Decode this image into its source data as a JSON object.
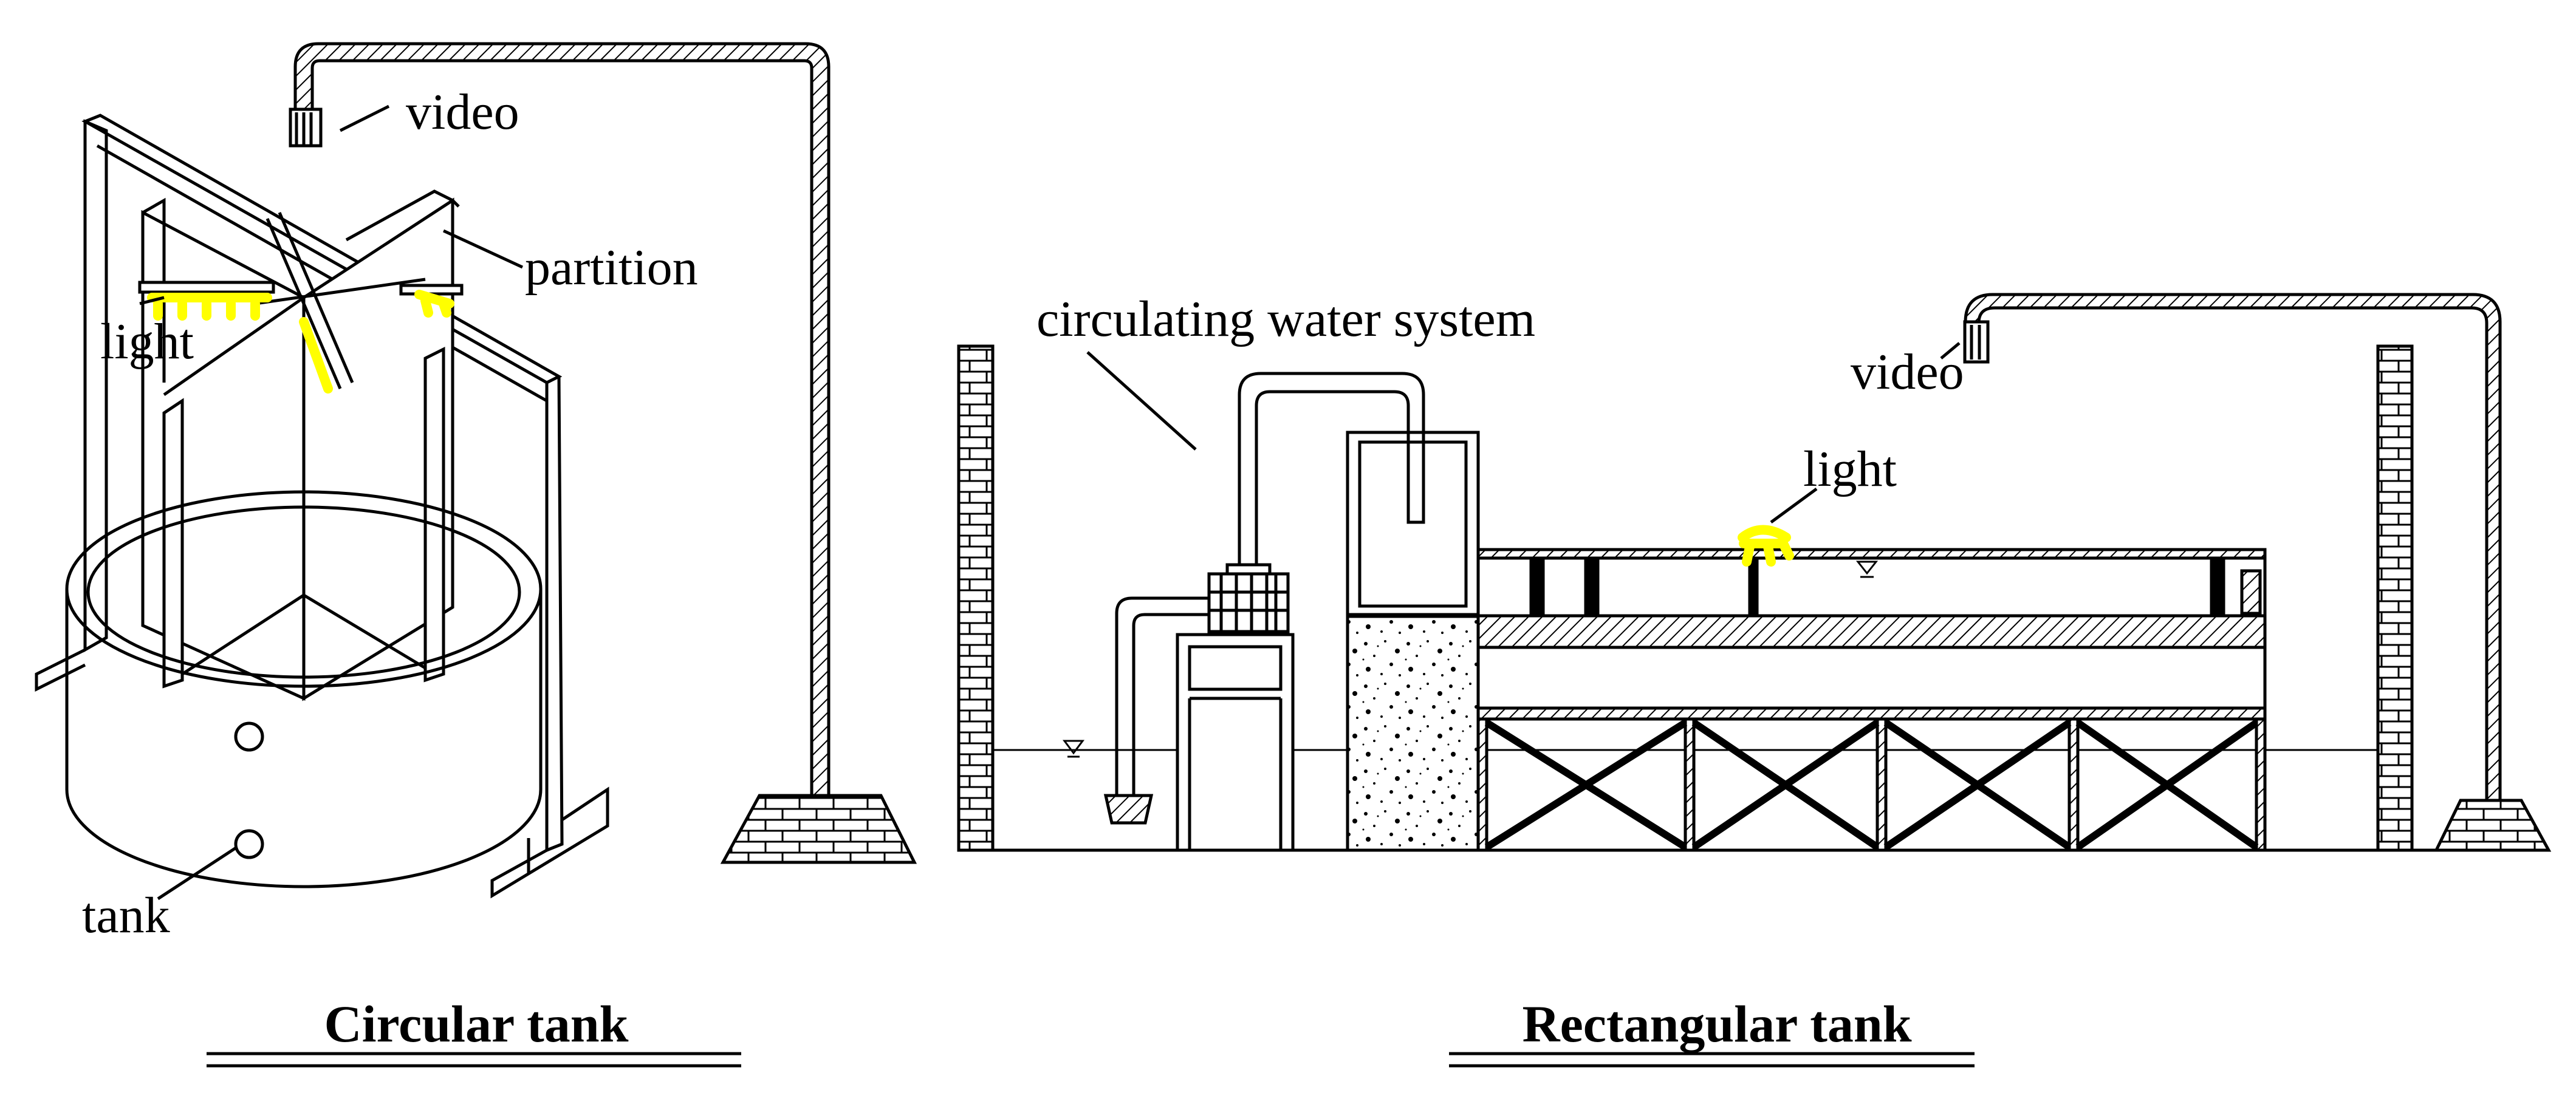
{
  "circular": {
    "caption": "Circular tank",
    "labels": {
      "video": "video",
      "partition": "partition",
      "light": "light",
      "tank": "tank"
    }
  },
  "rectangular": {
    "caption": "Rectangular tank",
    "labels": {
      "circulating": "circulating water system",
      "video": "video",
      "light": "light"
    }
  },
  "colors": {
    "light": "#ffff00",
    "line": "#000000",
    "background": "#ffffff"
  }
}
